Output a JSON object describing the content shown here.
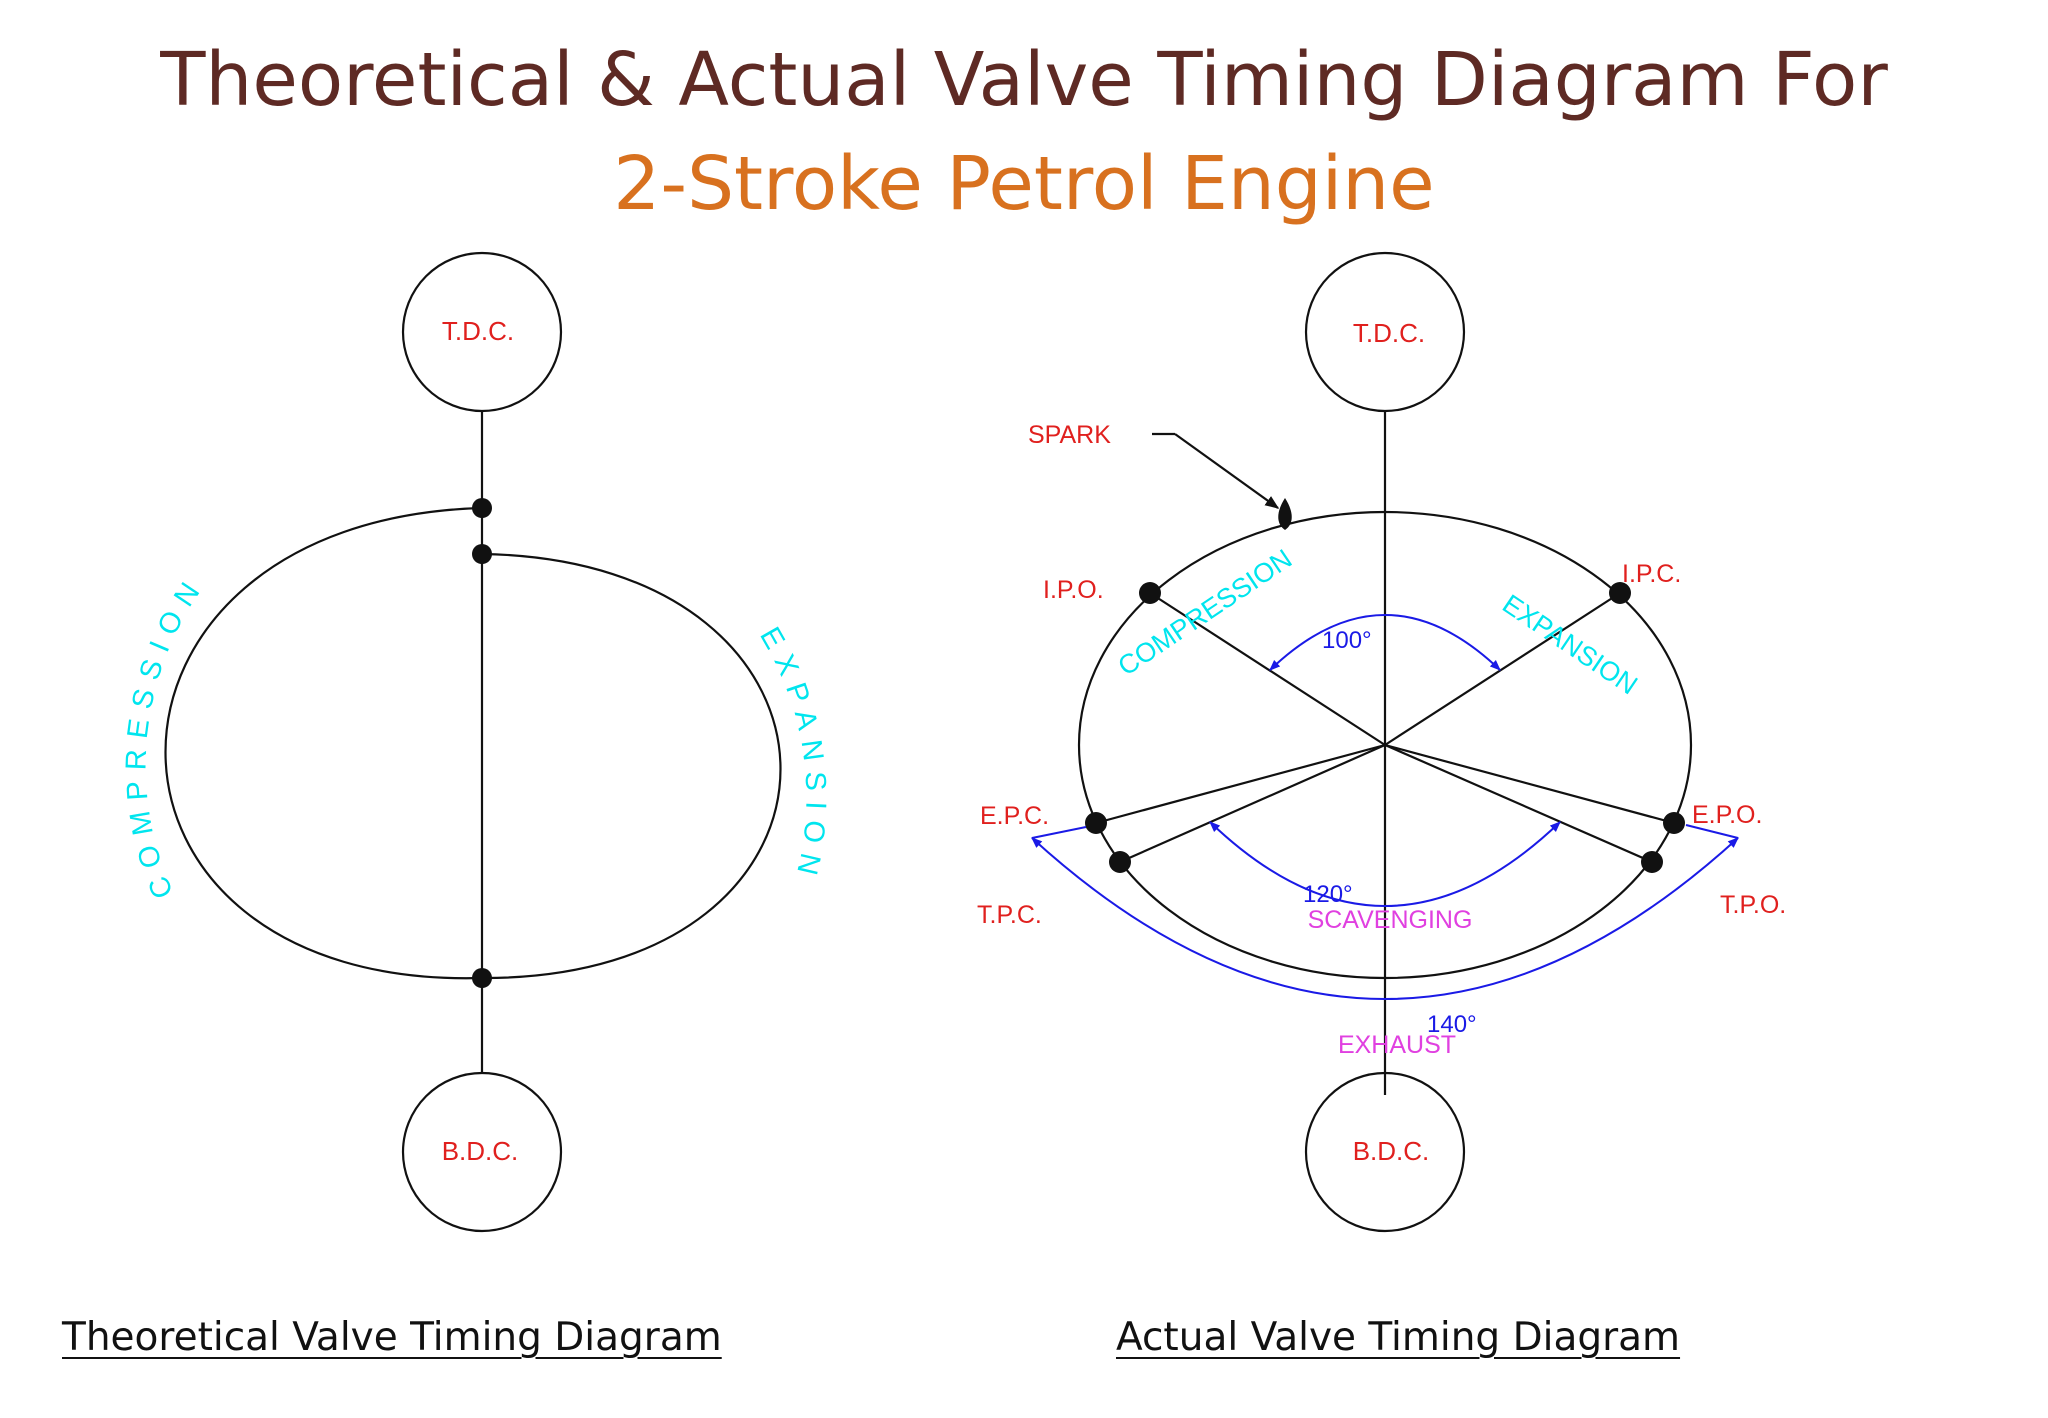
{
  "title": {
    "line1": "Theoretical & Actual Valve Timing Diagram For",
    "line2": "2-Stroke Petrol Engine"
  },
  "colors": {
    "title_dark": "#5e2a24",
    "title_orange": "#d8711f",
    "label_red": "#e0201e",
    "stroke_cyan": "#00e5ee",
    "angle_blue": "#1a1ae6",
    "phase_magenta": "#e040e0"
  },
  "theoretical": {
    "tdc": "T.D.C.",
    "bdc": "B.D.C.",
    "compression": "COMPRESSION",
    "expansion": "EXPANSION",
    "caption": "Theoretical Valve Timing Diagram"
  },
  "actual": {
    "tdc": "T.D.C.",
    "bdc": "B.D.C.",
    "spark": "SPARK",
    "ipo": "I.P.O.",
    "ipc": "I.P.C.",
    "epc": "E.P.C.",
    "epo": "E.P.O.",
    "tpc": "T.P.C.",
    "tpo": "T.P.O.",
    "compression": "COMPRESSION",
    "expansion": "EXPANSION",
    "angle_100": "100°",
    "angle_120": "120°",
    "angle_140": "140°",
    "scavenging": "SCAVENGING",
    "exhaust": "EXHAUST",
    "caption": "Actual Valve Timing Diagram"
  }
}
